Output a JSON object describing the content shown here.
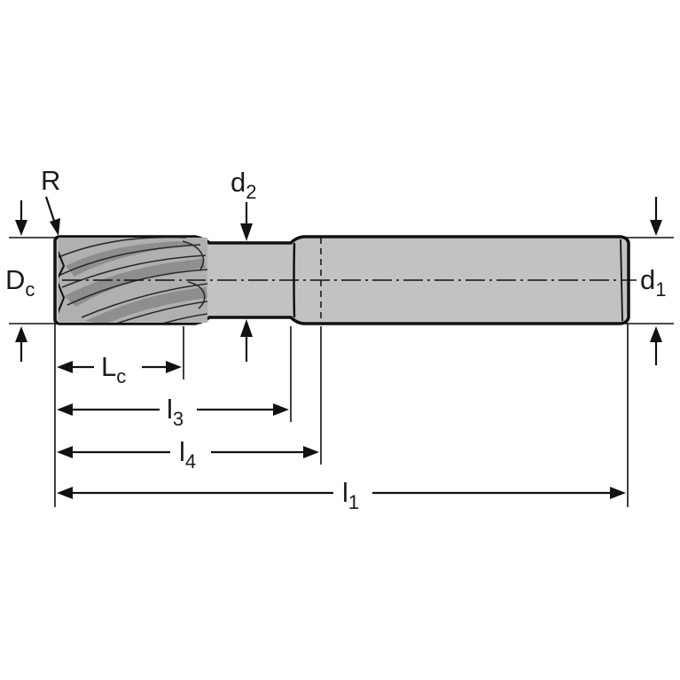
{
  "diagram": {
    "colors": {
      "line": "#111111",
      "tool_fill": "#c2c2c2",
      "flute_dark": "#8e8e8e",
      "background": "#ffffff"
    },
    "labels": {
      "R": {
        "main": "R",
        "sub": ""
      },
      "d2": {
        "main": "d",
        "sub": "2"
      },
      "Dc": {
        "main": "D",
        "sub": "c"
      },
      "d1": {
        "main": "d",
        "sub": "1"
      },
      "Lc": {
        "main": "L",
        "sub": "c"
      },
      "l3": {
        "main": "l",
        "sub": "3"
      },
      "l4": {
        "main": "l",
        "sub": "4"
      },
      "l1": {
        "main": "l",
        "sub": "1"
      }
    }
  }
}
